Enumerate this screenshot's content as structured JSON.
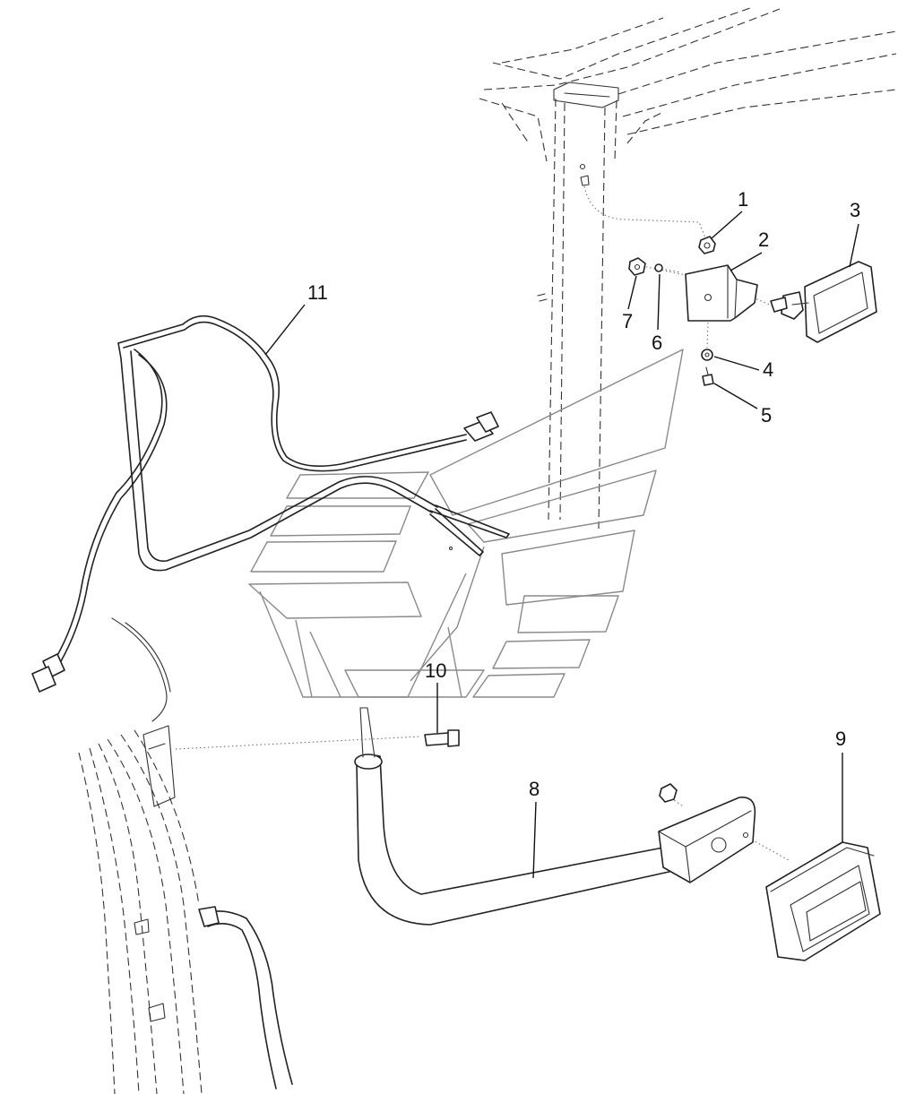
{
  "callouts": [
    {
      "id": "1",
      "label": "1"
    },
    {
      "id": "2",
      "label": "2"
    },
    {
      "id": "3",
      "label": "3"
    },
    {
      "id": "4",
      "label": "4"
    },
    {
      "id": "5",
      "label": "5"
    },
    {
      "id": "6",
      "label": "6"
    },
    {
      "id": "7",
      "label": "7"
    },
    {
      "id": "8",
      "label": "8"
    },
    {
      "id": "9",
      "label": "9"
    },
    {
      "id": "10",
      "label": "10"
    },
    {
      "id": "11",
      "label": "11"
    }
  ],
  "colors": {
    "line": "#222222",
    "logo_outline": "#8a8a8a",
    "background": "#ffffff"
  }
}
